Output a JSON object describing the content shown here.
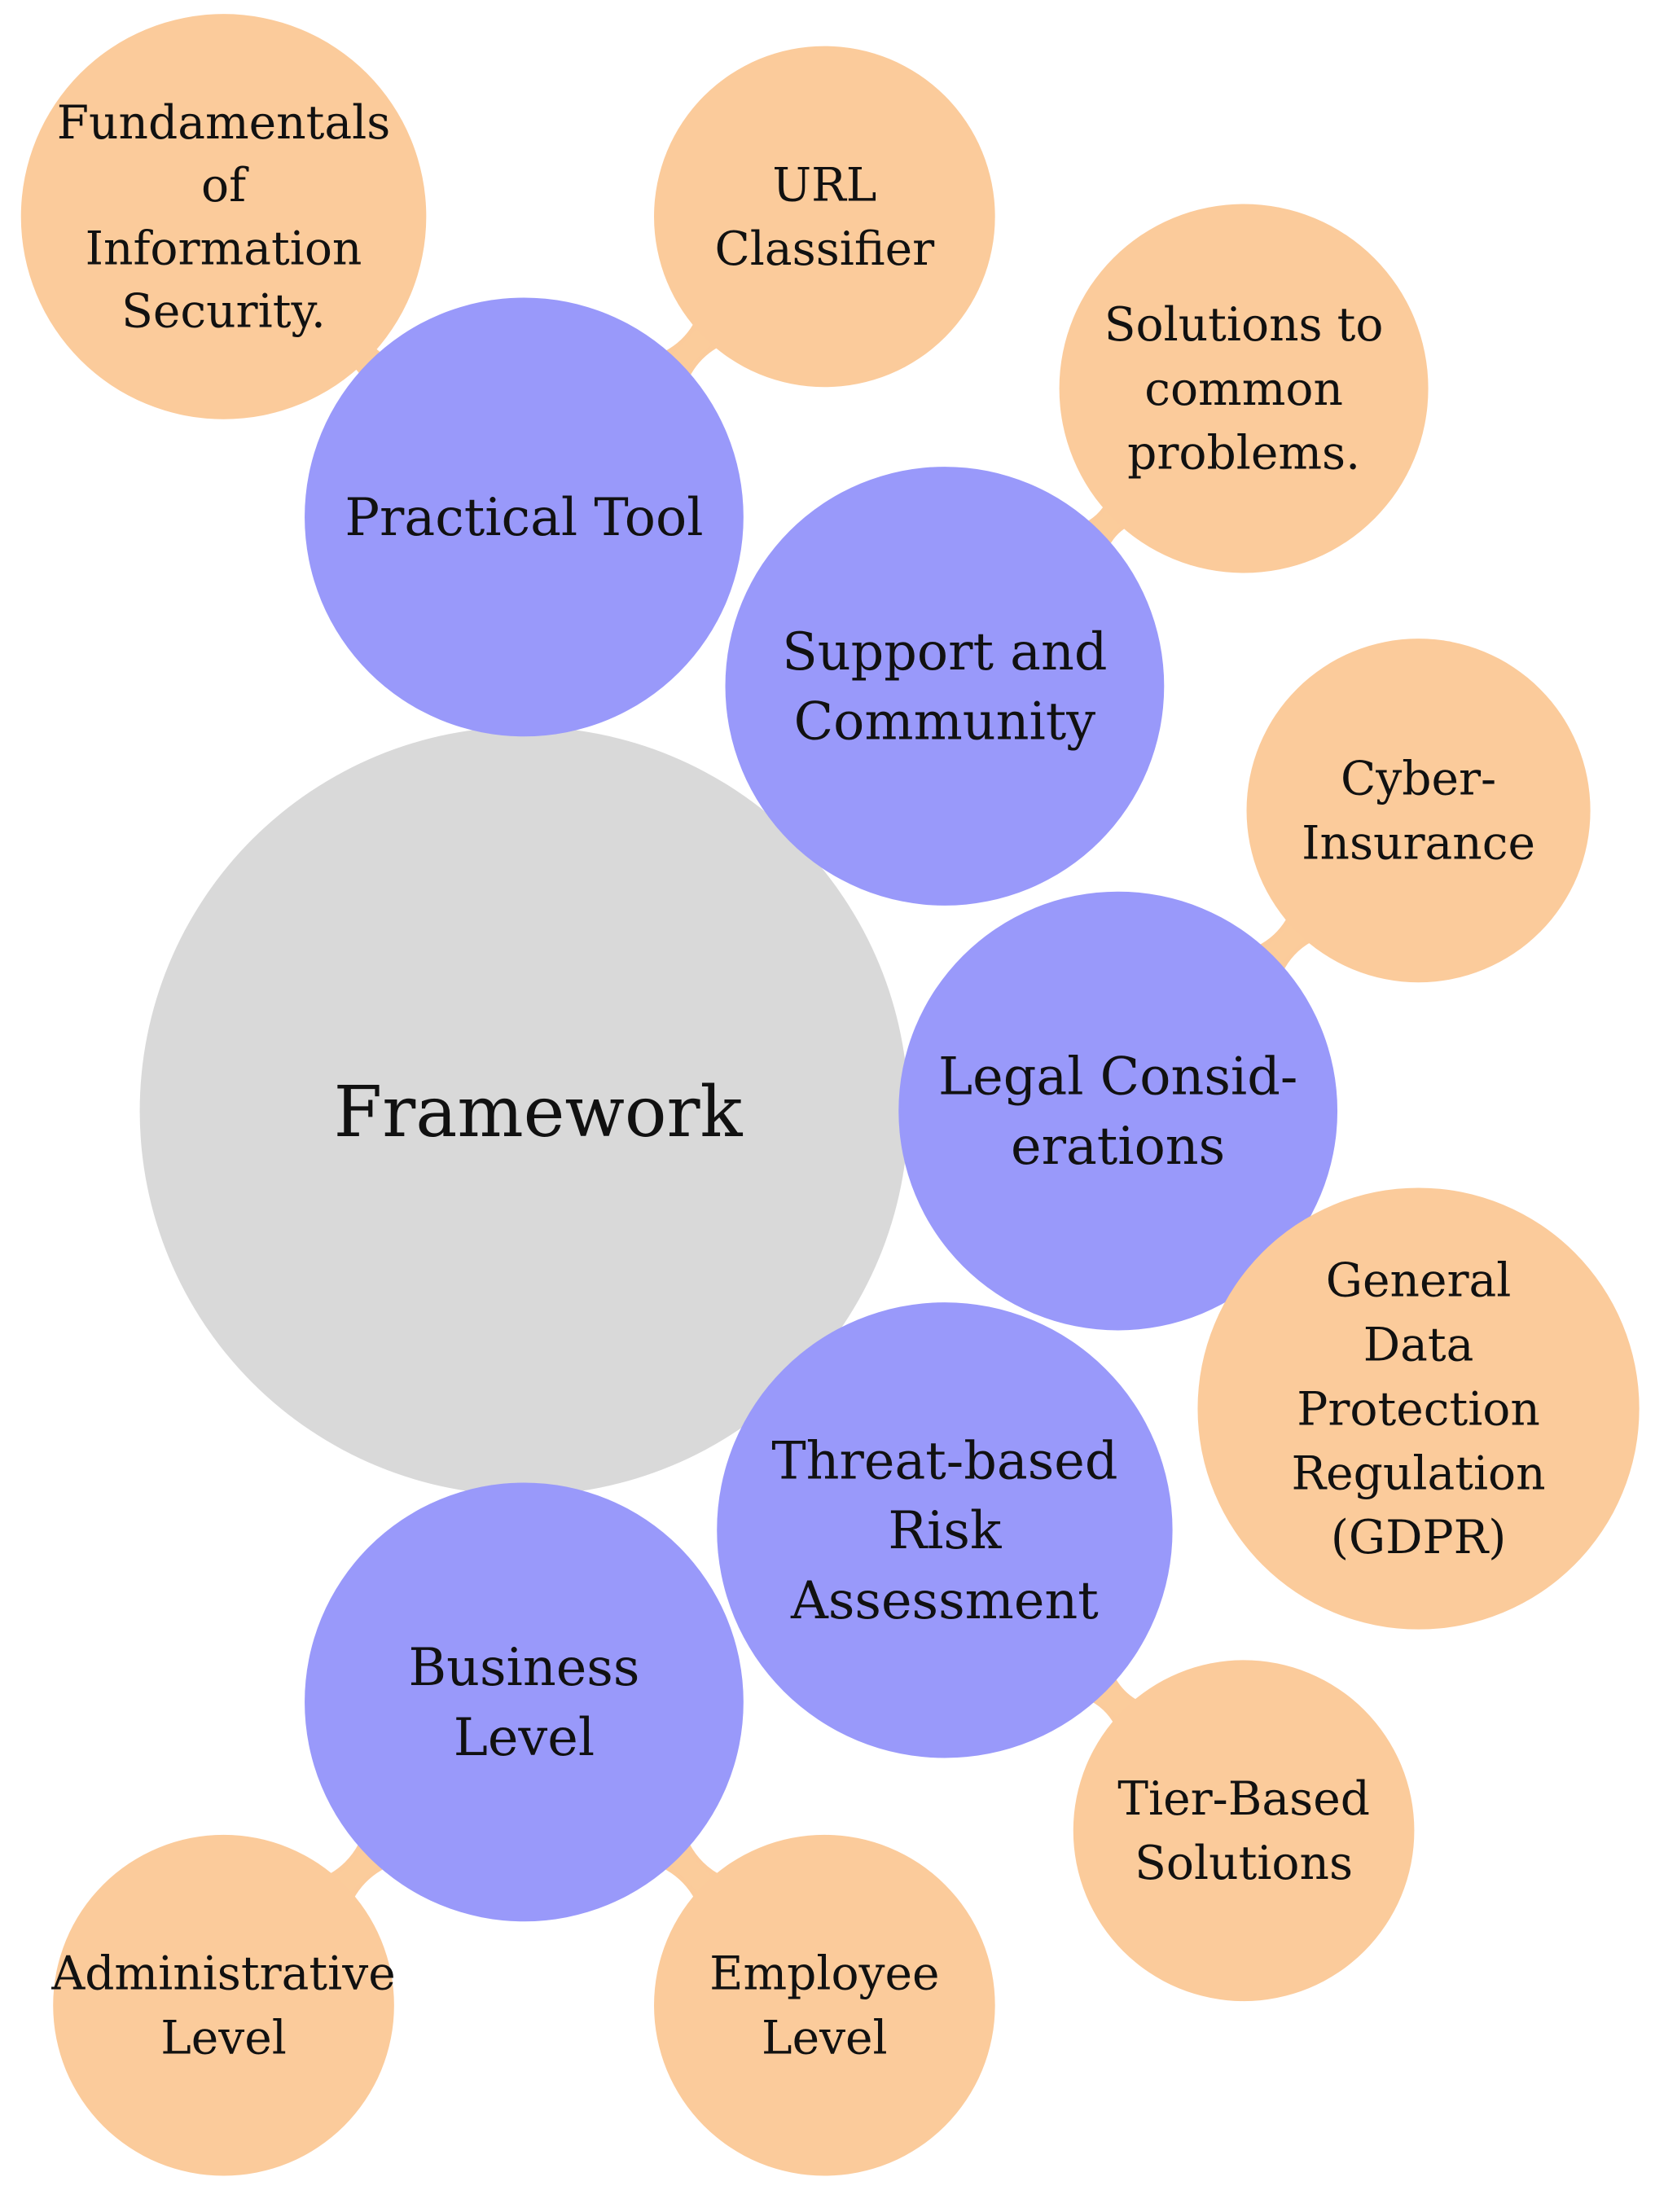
{
  "colors": {
    "root": "#d9d9d9",
    "concept": "#9999fa",
    "leaf": "#fbcb9b",
    "connector": "#fbcb9b",
    "text": "#111111"
  },
  "root": {
    "label": "Framework"
  },
  "concepts": [
    {
      "key": "practical",
      "label_lines": [
        "Practical Tool"
      ],
      "leaves": [
        {
          "key": "fund",
          "label_lines": [
            "Fundamentals",
            "of",
            "Information",
            "Security."
          ]
        },
        {
          "key": "url",
          "label_lines": [
            "URL",
            "Classifier"
          ]
        }
      ]
    },
    {
      "key": "support",
      "label_lines": [
        "Support and",
        "Community"
      ],
      "leaves": [
        {
          "key": "solutions",
          "label_lines": [
            "Solutions to",
            "common",
            "problems."
          ]
        }
      ]
    },
    {
      "key": "legal",
      "label_lines": [
        "Legal Consid-",
        "erations"
      ],
      "leaves": [
        {
          "key": "cyber",
          "label_lines": [
            "Cyber-",
            "Insurance"
          ]
        },
        {
          "key": "gdpr",
          "label_lines": [
            "General",
            "Data",
            "Protection",
            "Regulation",
            "(GDPR)"
          ]
        }
      ]
    },
    {
      "key": "threat",
      "label_lines": [
        "Threat-based",
        "Risk",
        "Assessment"
      ],
      "leaves": [
        {
          "key": "tier",
          "label_lines": [
            "Tier-Based",
            "Solutions"
          ]
        }
      ]
    },
    {
      "key": "business",
      "label_lines": [
        "Business",
        "Level"
      ],
      "leaves": [
        {
          "key": "admin",
          "label_lines": [
            "Administrative",
            "Level"
          ]
        },
        {
          "key": "employee",
          "label_lines": [
            "Employee",
            "Level"
          ]
        }
      ]
    }
  ]
}
